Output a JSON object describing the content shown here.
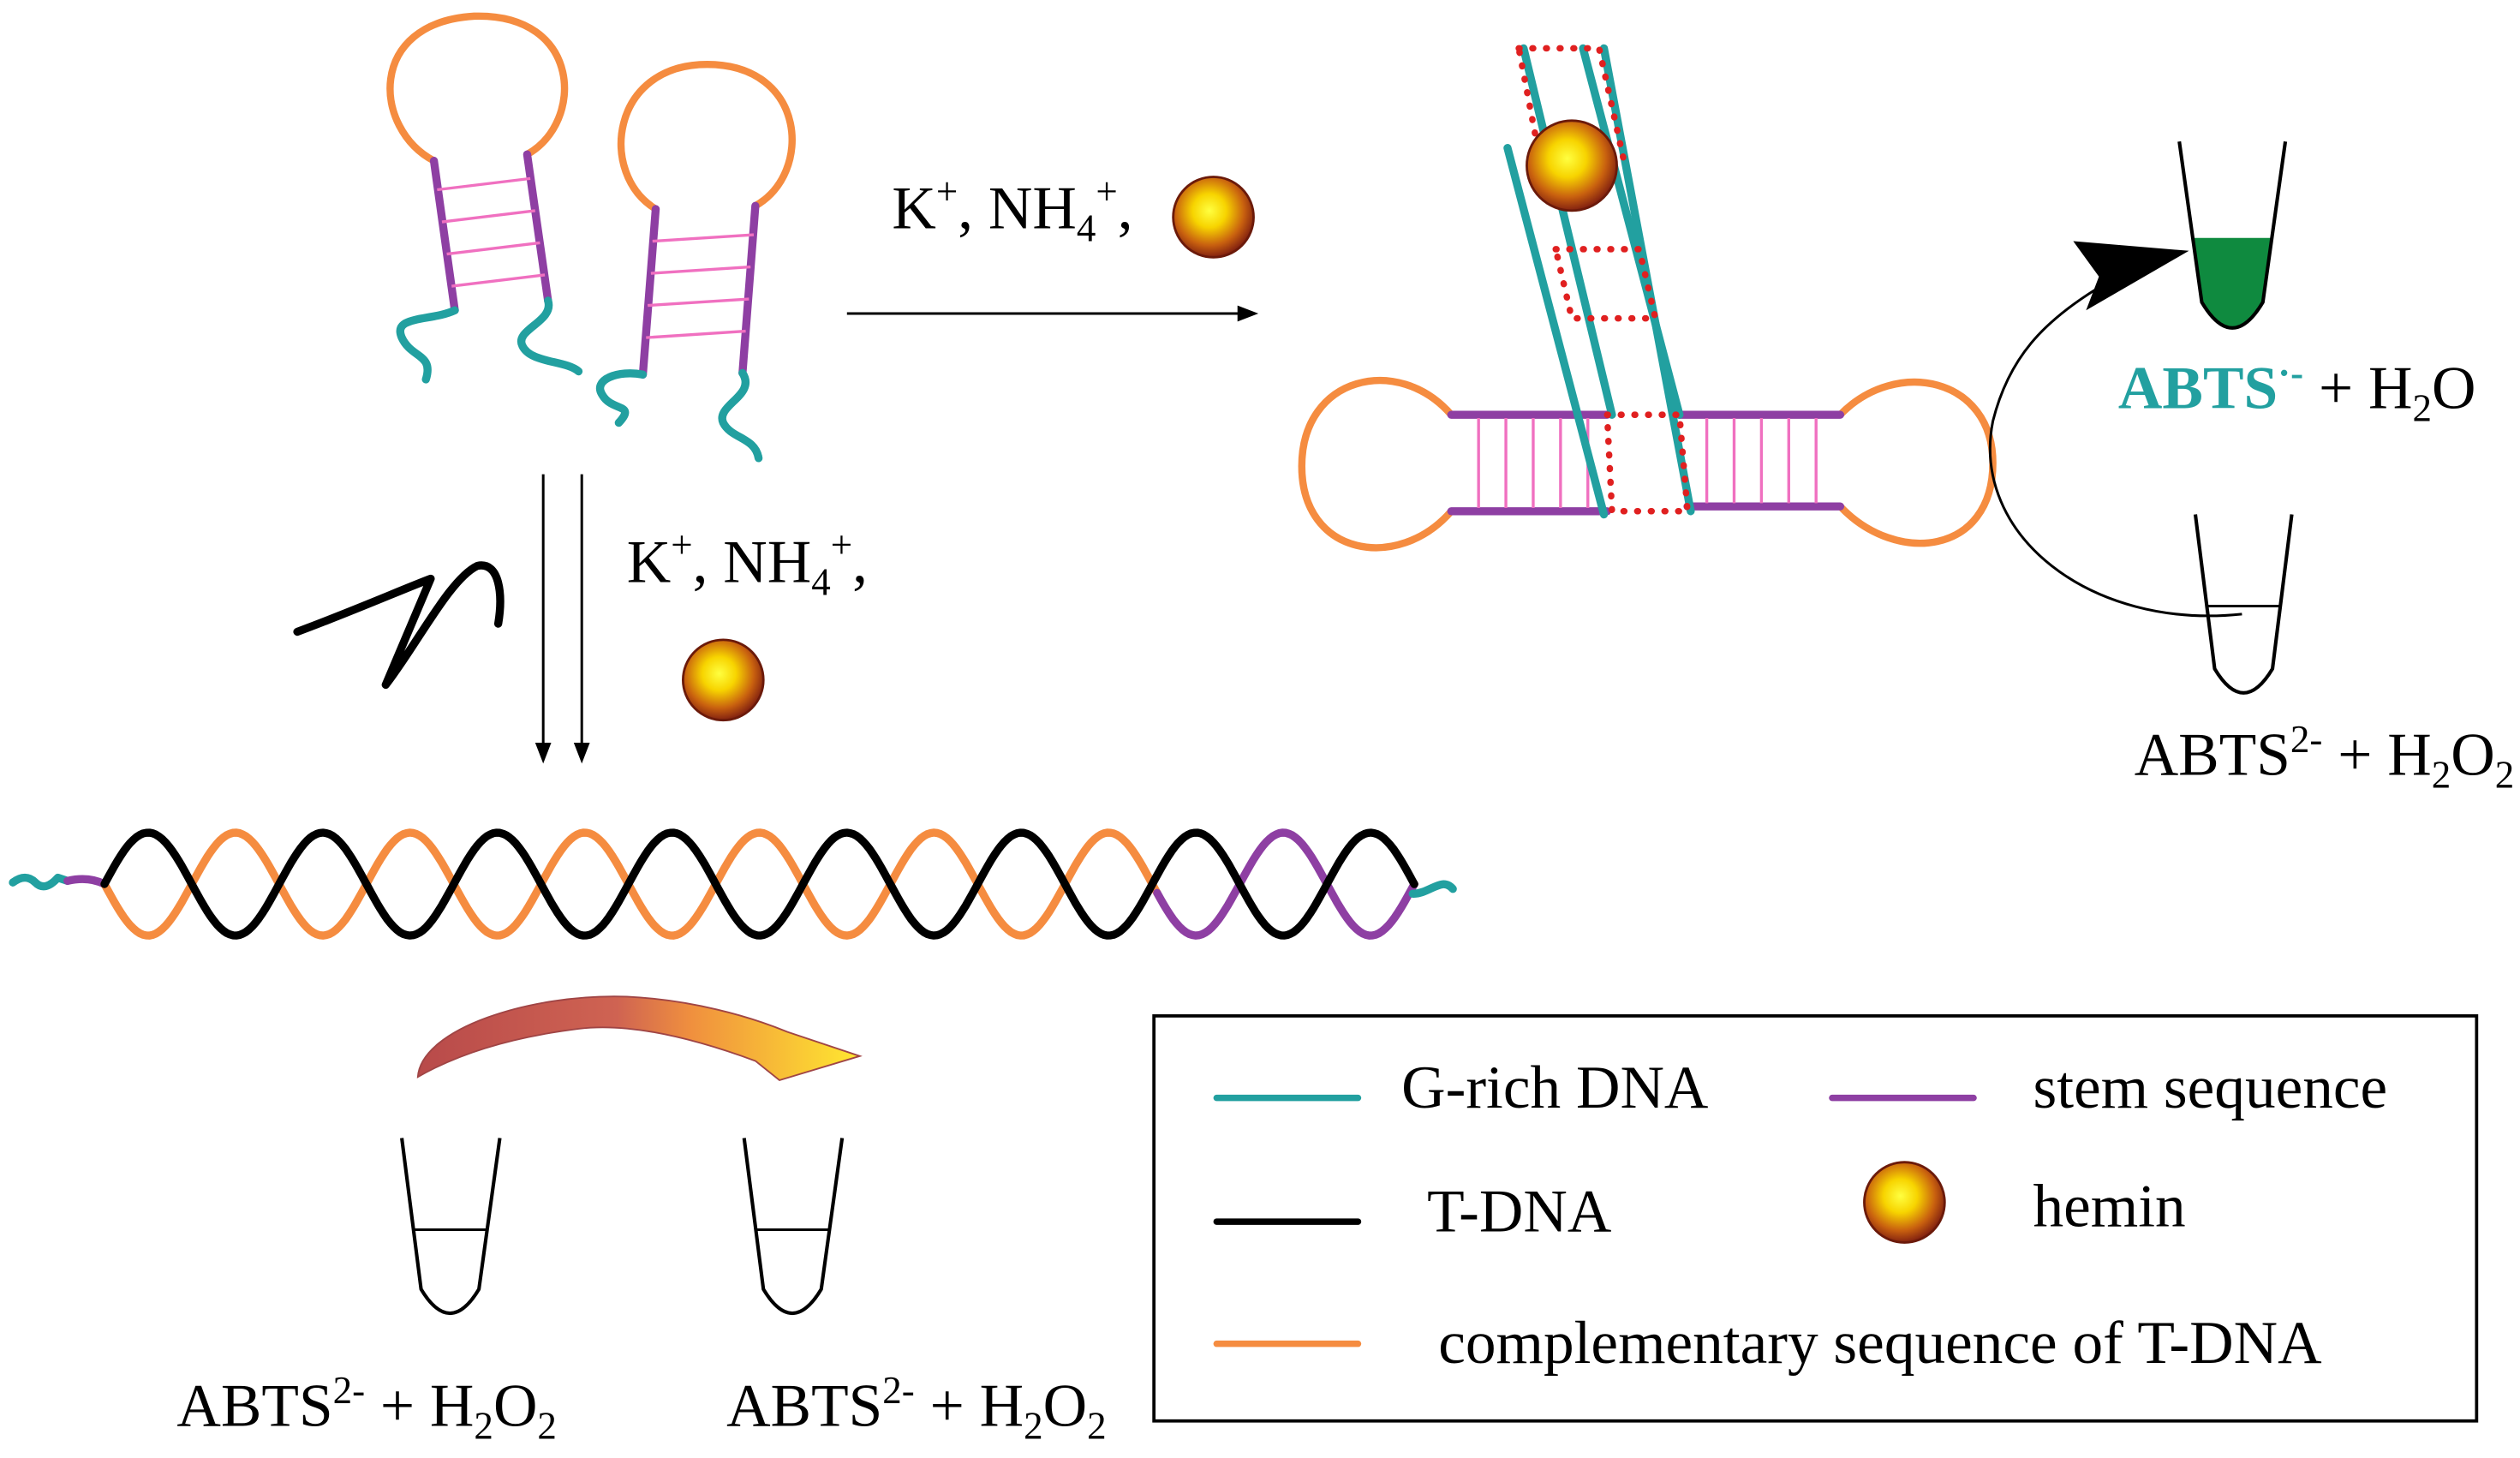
{
  "reagents": {
    "k": "K",
    "k_charge": "+",
    "nh": ", NH",
    "nh_sub": "4",
    "nh_charge": "+",
    "end": ","
  },
  "product": {
    "abts": "ABTS",
    "radical": "·-",
    "plus_h": " + H",
    "h_sub": "2",
    "o": "O"
  },
  "substrate": {
    "abts": "ABTS",
    "charge": "2-",
    "plus_h": " + H",
    "h_sub": "2",
    "o": "O",
    "o_sub": "2"
  },
  "legend": {
    "g_rich": "G-rich DNA",
    "stem": "stem sequence",
    "t_dna": "T-DNA",
    "hemin": "hemin",
    "complementary": "complementary sequence of T-DNA"
  },
  "colors": {
    "g_rich_dna": "#22a0a0",
    "stem_sequence": "#8e3fa3",
    "t_dna": "#000000",
    "complementary_sequence": "#f58c40",
    "base_pairs": "#f070c0",
    "g_quartet": "#e02020",
    "oxidized_product": "#0f8a3f"
  }
}
